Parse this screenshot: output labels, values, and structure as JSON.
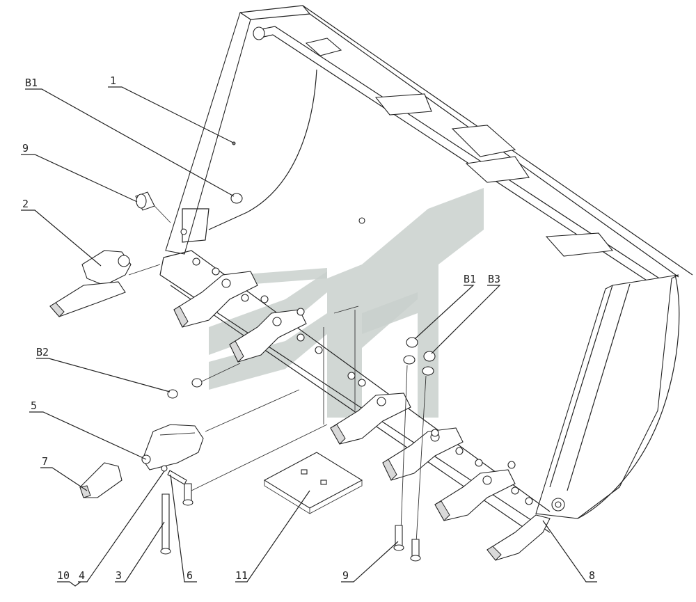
{
  "callouts": {
    "b1_top": "B1",
    "p1": "1",
    "p9_left": "9",
    "p2": "2",
    "b1_right": "B1",
    "b3": "B3",
    "b2": "B2",
    "p5": "5",
    "p7": "7",
    "p10": "10",
    "p4": "4",
    "p3": "3",
    "p6": "6",
    "p11": "11",
    "p9_bottom": "9",
    "p8": "8"
  },
  "colors": {
    "line": "#222222",
    "watermark": "#c9d0cd",
    "background": "#ffffff"
  }
}
